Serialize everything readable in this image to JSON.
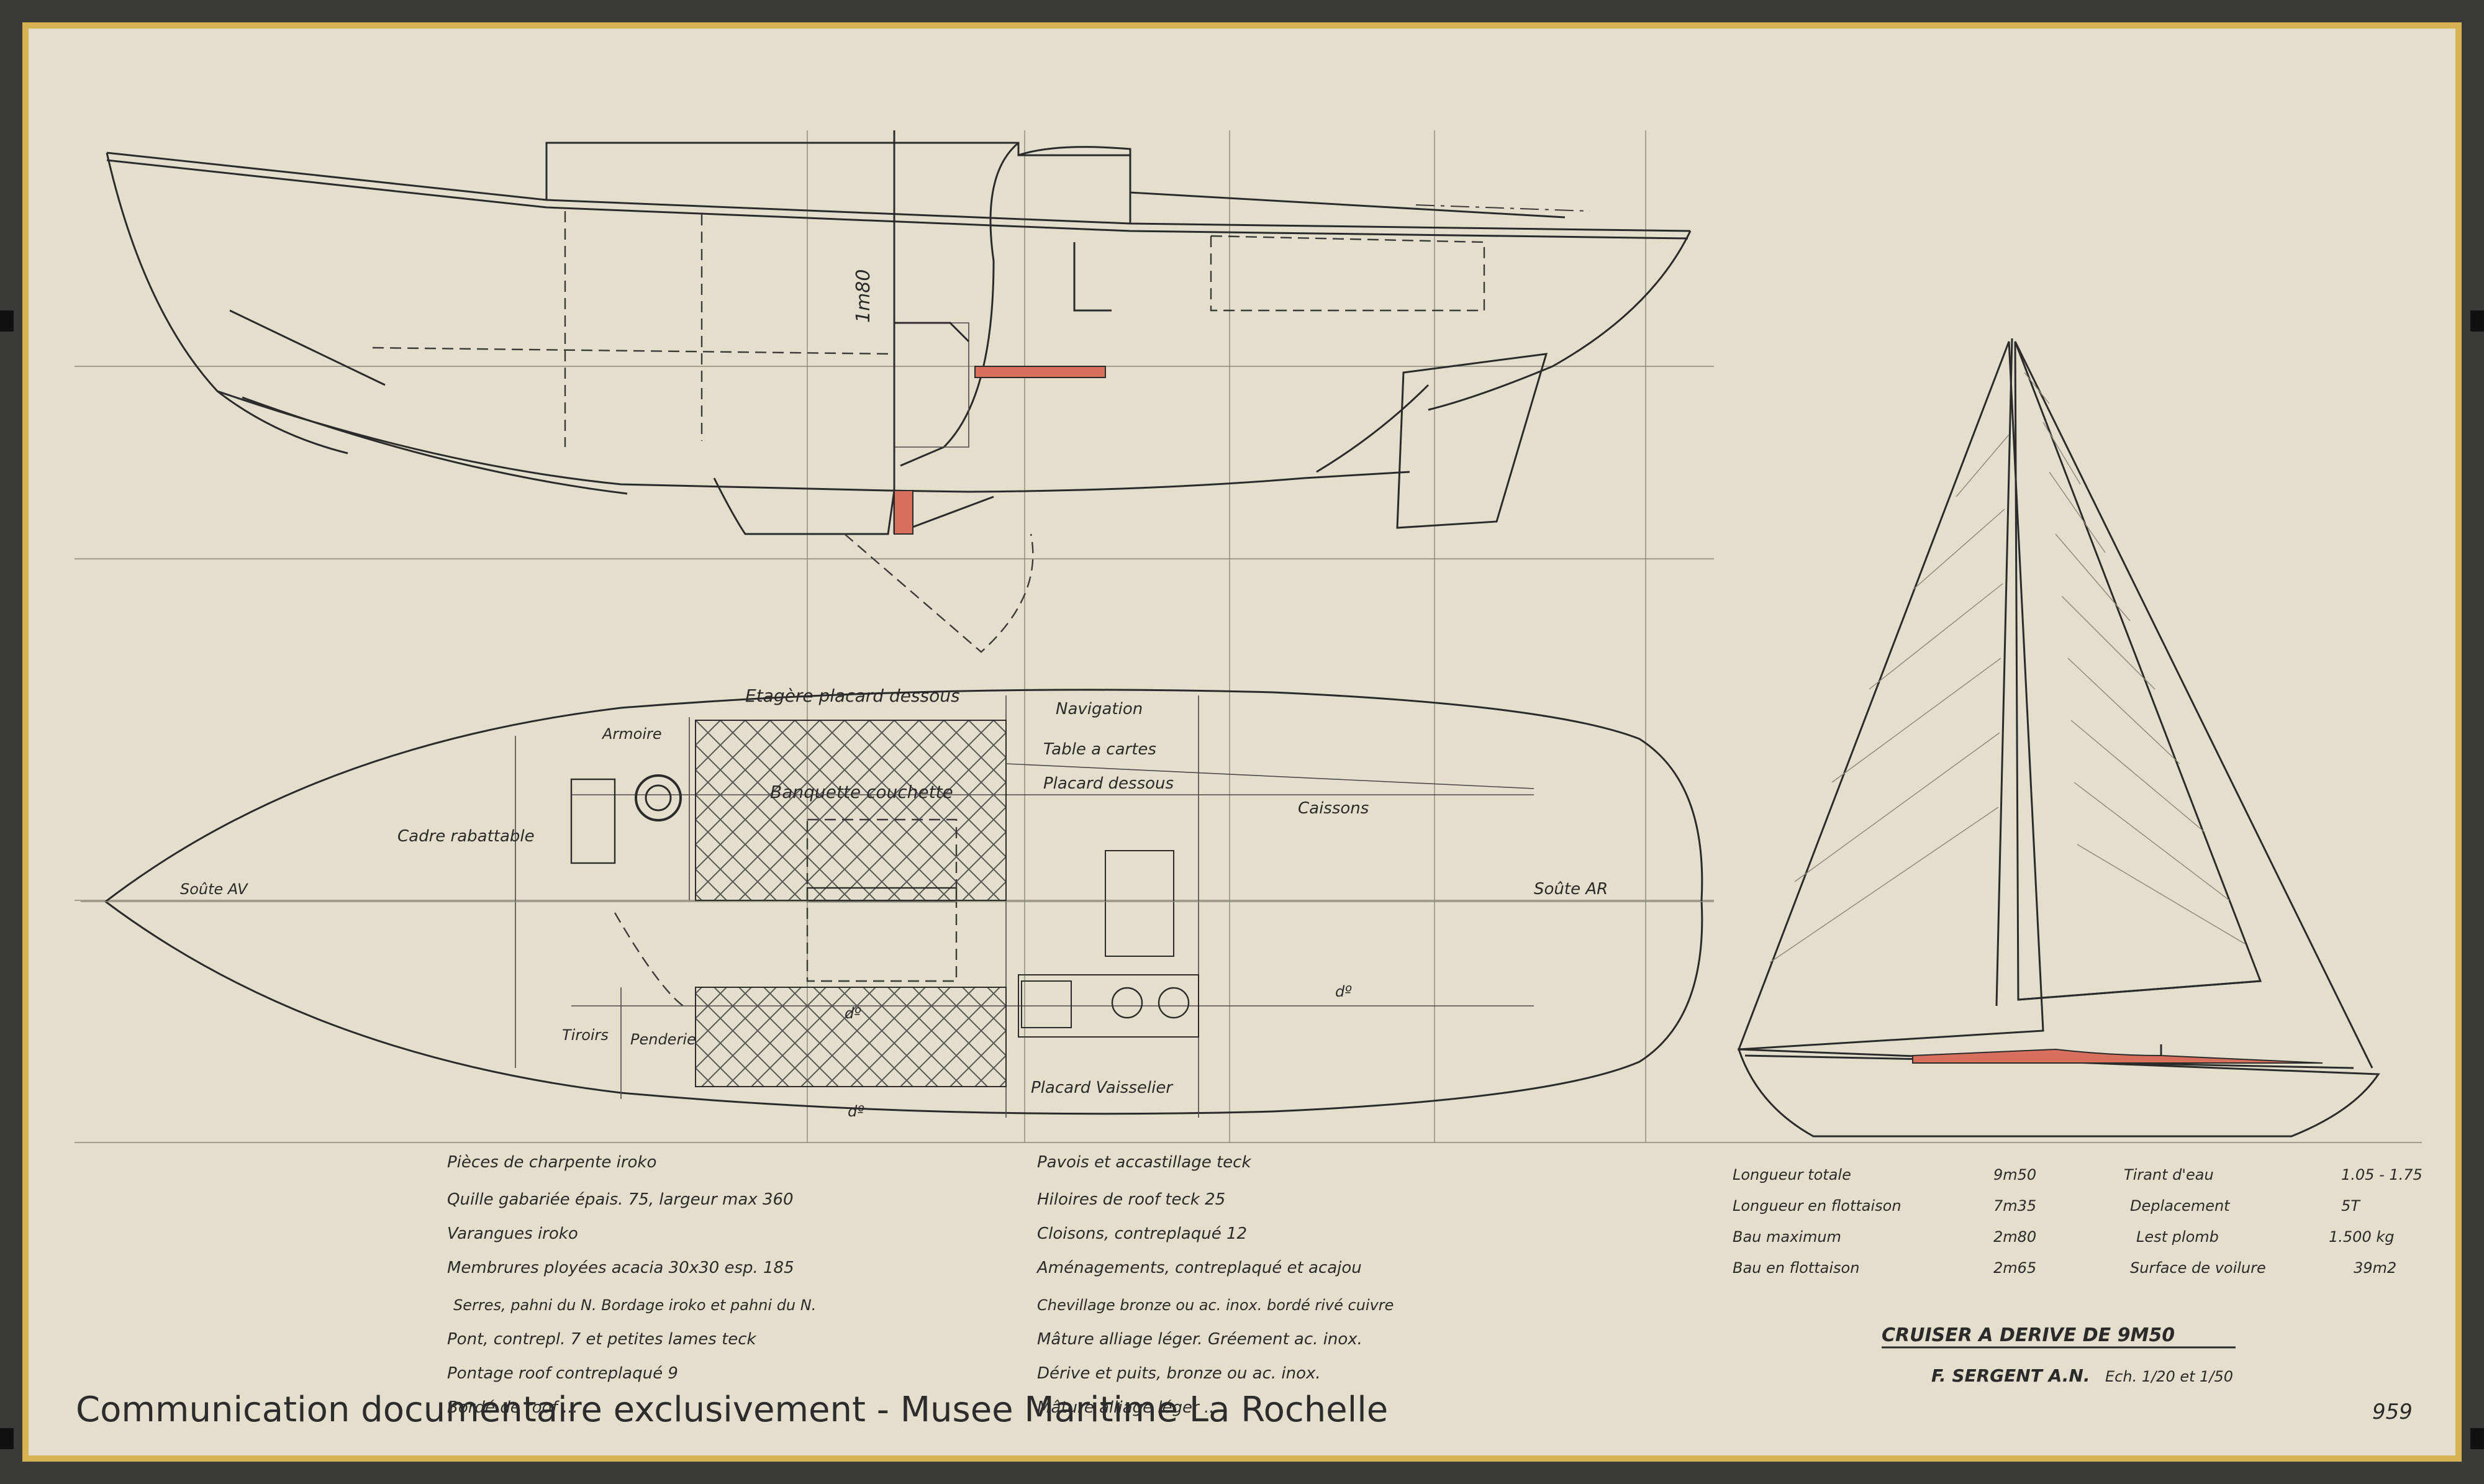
{
  "watermark": "Communication documentaire exclusivement - Musee Maritime La Rochelle",
  "sheet_number": "959",
  "profile": {
    "height_label": "1m80"
  },
  "plan_labels": {
    "etagere": "Etagère placard dessous",
    "navigation": "Navigation",
    "table_cartes": "Table a cartes",
    "placard_dessous": "Placard dessous",
    "armoire": "Armoire",
    "banquette": "Banquette couchette",
    "cadre": "Cadre rabattable",
    "caissons": "Caissons",
    "soute_av": "Soûte AV",
    "soute_ar": "Soûte AR",
    "tiroirs": "Tiroirs",
    "penderie": "Penderie",
    "do_1": "dº",
    "do_2": "dº",
    "do_3": "dº",
    "placard_vaisselier": "Placard Vaisselier"
  },
  "specs": {
    "left": [
      "Pièces de charpente iroko",
      "Quille gabariée épais. 75, largeur max 360",
      "Varangues iroko",
      "Membrures ployées acacia 30x30 esp. 185",
      "Serres, pahni du N. Bordage iroko et pahni du N.",
      "Pont, contrepl. 7 et petites lames teck",
      "Pontage roof contreplaqué 9",
      "Bordé de roof ..."
    ],
    "right": [
      "Pavois et accastillage teck",
      "Hiloires de roof teck 25",
      "Cloisons, contreplaqué 12",
      "Aménagements, contreplaqué et acajou",
      "Chevillage bronze ou ac. inox. bordé rivé cuivre",
      "Mâture alliage léger. Gréement ac. inox.",
      "Dérive et puits, bronze ou ac. inox.",
      "Mâture alliage léger ..."
    ]
  },
  "particulars": [
    {
      "label": "Longueur totale",
      "value": "9m50"
    },
    {
      "label": "Longueur en flottaison",
      "value": "7m35"
    },
    {
      "label": "Bau maximum",
      "value": "2m80"
    },
    {
      "label": "Bau en flottaison",
      "value": "2m65"
    }
  ],
  "particulars_right": [
    {
      "label": "Tirant d'eau",
      "value": "1.05 - 1.75"
    },
    {
      "label": "Deplacement",
      "value": "5T"
    },
    {
      "label": "Lest plomb",
      "value": "1.500 kg"
    },
    {
      "label": "Surface de voilure",
      "value": "39m2"
    }
  ],
  "title_block": {
    "title": "CRUISER A DERIVE DE 9M50",
    "architect": "F. SERGENT A.N.",
    "scale": "Ech. 1/20 et 1/50"
  },
  "colors": {
    "paper": "#e3dfcc",
    "border": "#d7b252",
    "ink": "#2b2b2b",
    "red_section": "#d9705e"
  }
}
